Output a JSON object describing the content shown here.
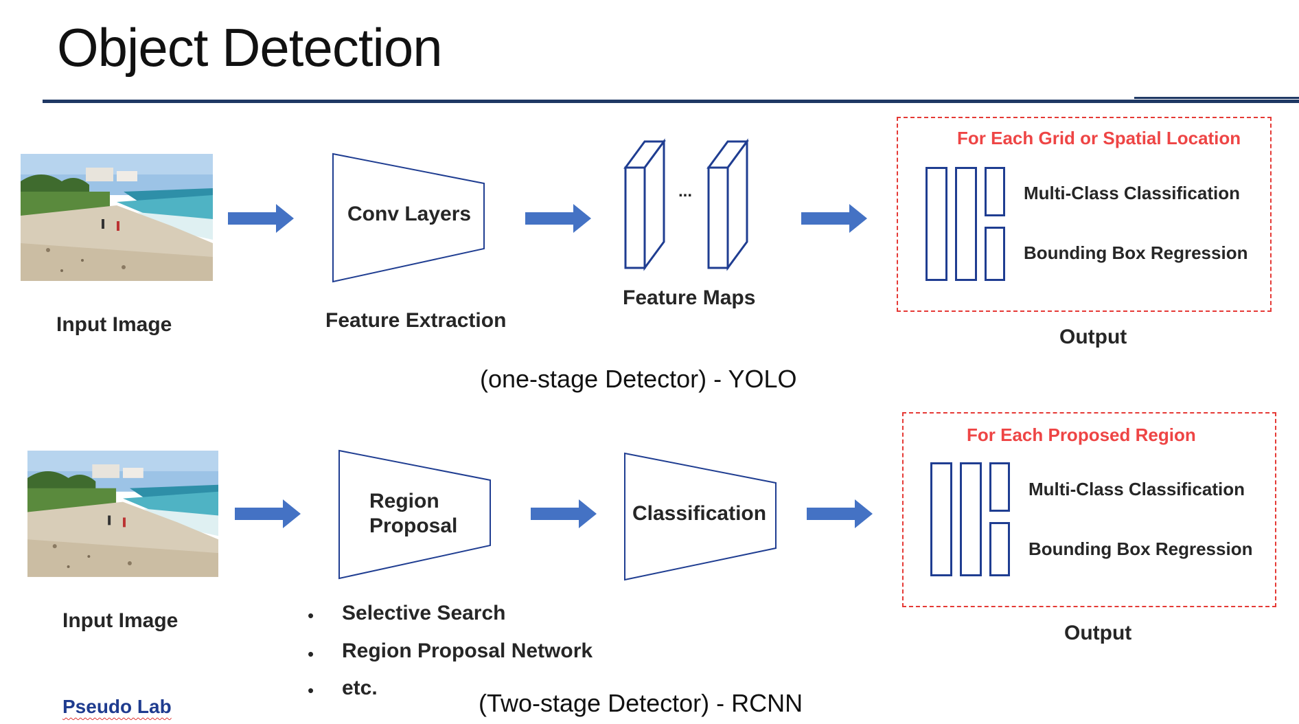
{
  "title": "Object Detection",
  "footer": "Pseudo Lab",
  "colors": {
    "arrow": "#4472c4",
    "box_stroke": "#1f3d91",
    "accent_red": "#e53935",
    "rule": "#1f3864"
  },
  "yolo": {
    "input_label": "Input Image",
    "conv_label": "Conv Layers",
    "conv_caption": "Feature Extraction",
    "feature_maps_label": "Feature Maps",
    "ellipsis": "...",
    "output_box_title": "For Each Grid or Spatial Location",
    "task1": "Multi-Class Classification",
    "task2": "Bounding Box Regression",
    "output_label": "Output",
    "caption": "(one-stage Detector) - YOLO"
  },
  "rcnn": {
    "input_label": "Input Image",
    "rp_line1": "Region",
    "rp_line2": "Proposal",
    "classification_label": "Classification",
    "bullets": [
      "Selective Search",
      "Region Proposal Network",
      "etc."
    ],
    "bullet_mark": "•",
    "output_box_title": "For Each Proposed Region",
    "task1": "Multi-Class Classification",
    "task2": "Bounding Box Regression",
    "output_label": "Output",
    "caption": "(Two-stage Detector) - RCNN"
  }
}
